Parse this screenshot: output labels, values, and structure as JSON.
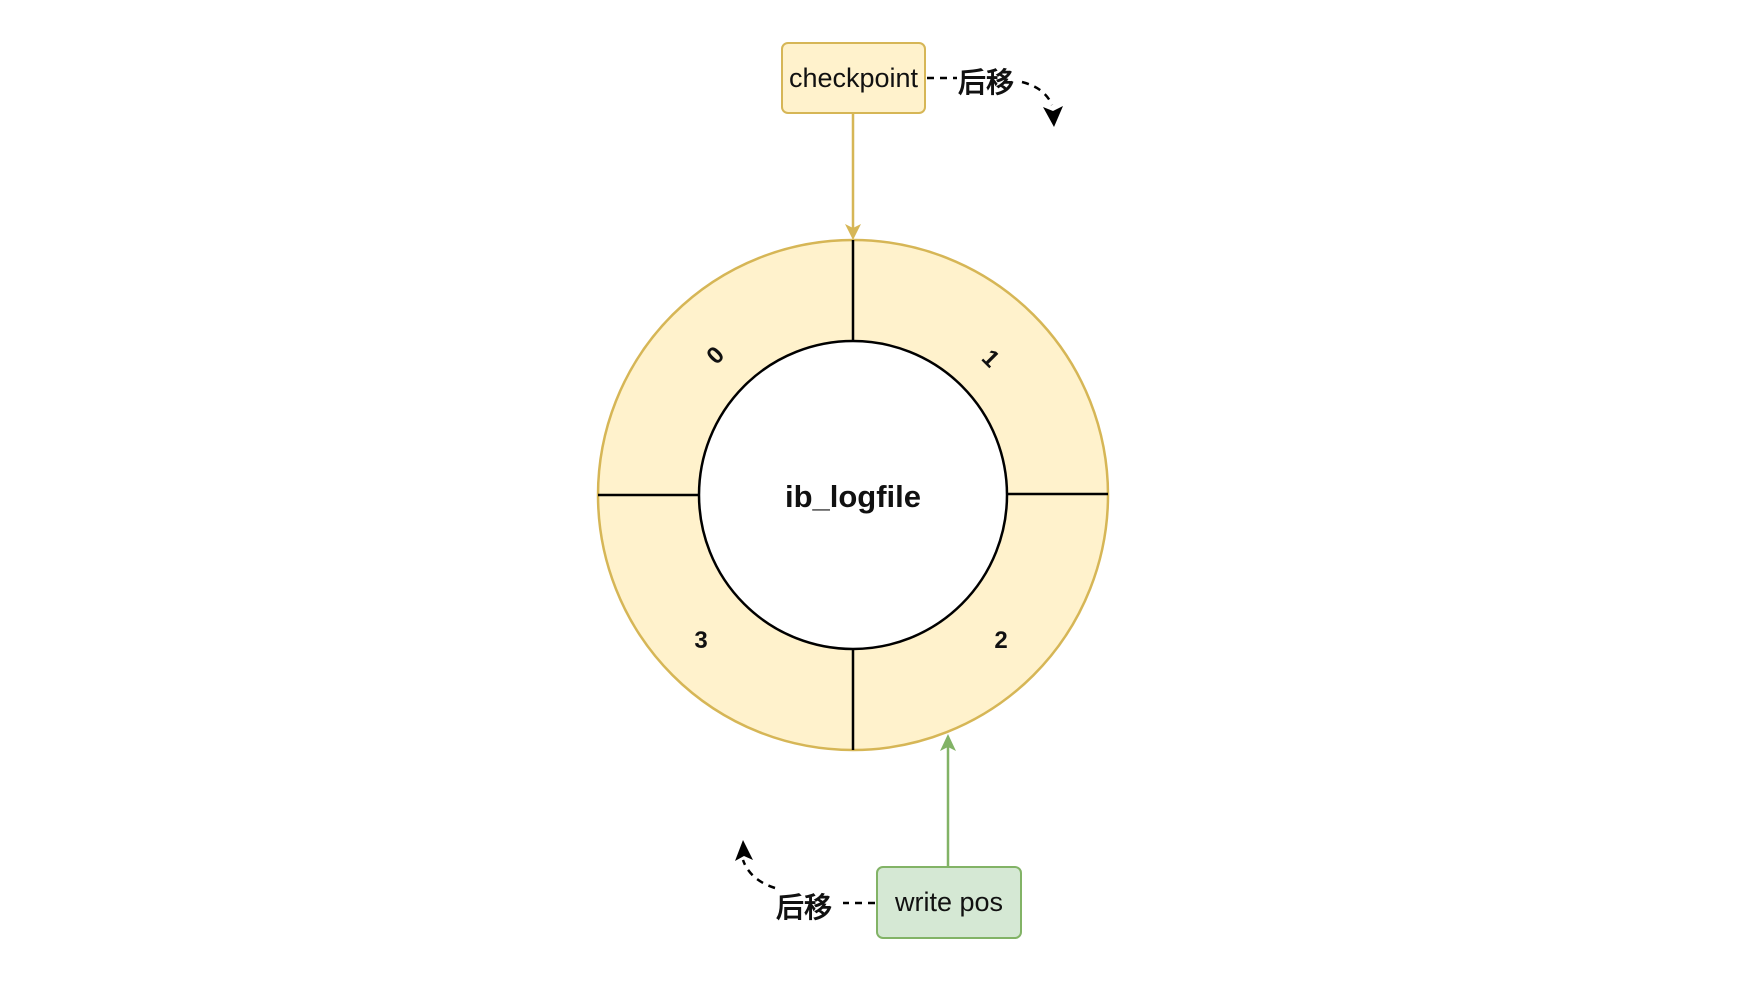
{
  "diagram": {
    "center_label": "ib_logfile",
    "segments": [
      {
        "label": "0",
        "rotation": -45
      },
      {
        "label": "1",
        "rotation": 45
      },
      {
        "label": "2",
        "rotation": 0
      },
      {
        "label": "3",
        "rotation": 0
      }
    ],
    "checkpoint": {
      "label": "checkpoint",
      "move_label": "后移"
    },
    "write_pos": {
      "label": "write pos",
      "move_label": "后移"
    },
    "colors": {
      "ring_fill": "#fff2cc",
      "ring_stroke": "#d6b656",
      "checkpoint_fill": "#fff2cc",
      "checkpoint_stroke": "#d6b656",
      "writepos_fill": "#d5e8d4",
      "writepos_stroke": "#82b366",
      "line": "#000000"
    }
  }
}
